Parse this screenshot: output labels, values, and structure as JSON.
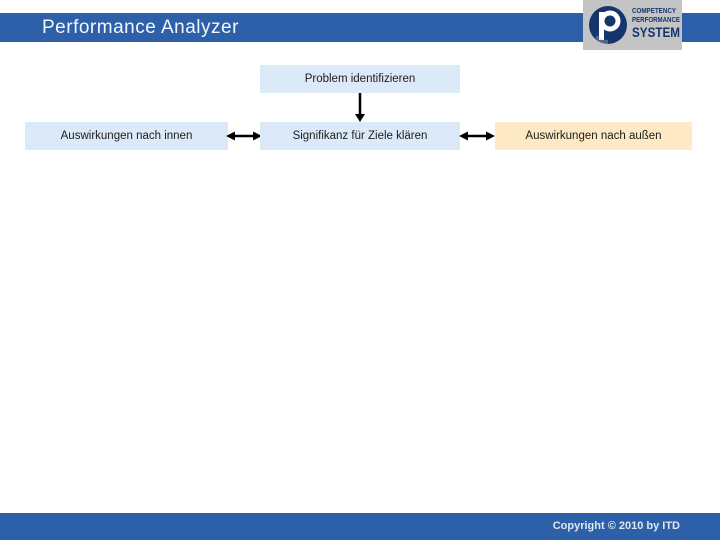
{
  "header": {
    "title": "Performance Analyzer",
    "bar_color": "#2d60a8"
  },
  "logo": {
    "line1": "COMPETENCY",
    "line2": "PERFORMANCE",
    "line3": "SYSTEM",
    "background_color": "#c4c4c4",
    "emblem_color": "#16356d"
  },
  "flowchart": {
    "top_box": {
      "label": "Problem identifizieren",
      "color": "#dbe9f8"
    },
    "left_box": {
      "label": "Auswirkungen nach innen",
      "color": "#dbe9f8"
    },
    "center_box": {
      "label": "Signifikanz für Ziele klären",
      "color": "#dbe9f8"
    },
    "right_box": {
      "label": "Auswirkungen nach außen",
      "color": "#fdeac4"
    },
    "arrow_color": "#000000"
  },
  "footer": {
    "copyright": "Copyright © 2010 by ITD",
    "bar_color": "#2d60a8"
  }
}
